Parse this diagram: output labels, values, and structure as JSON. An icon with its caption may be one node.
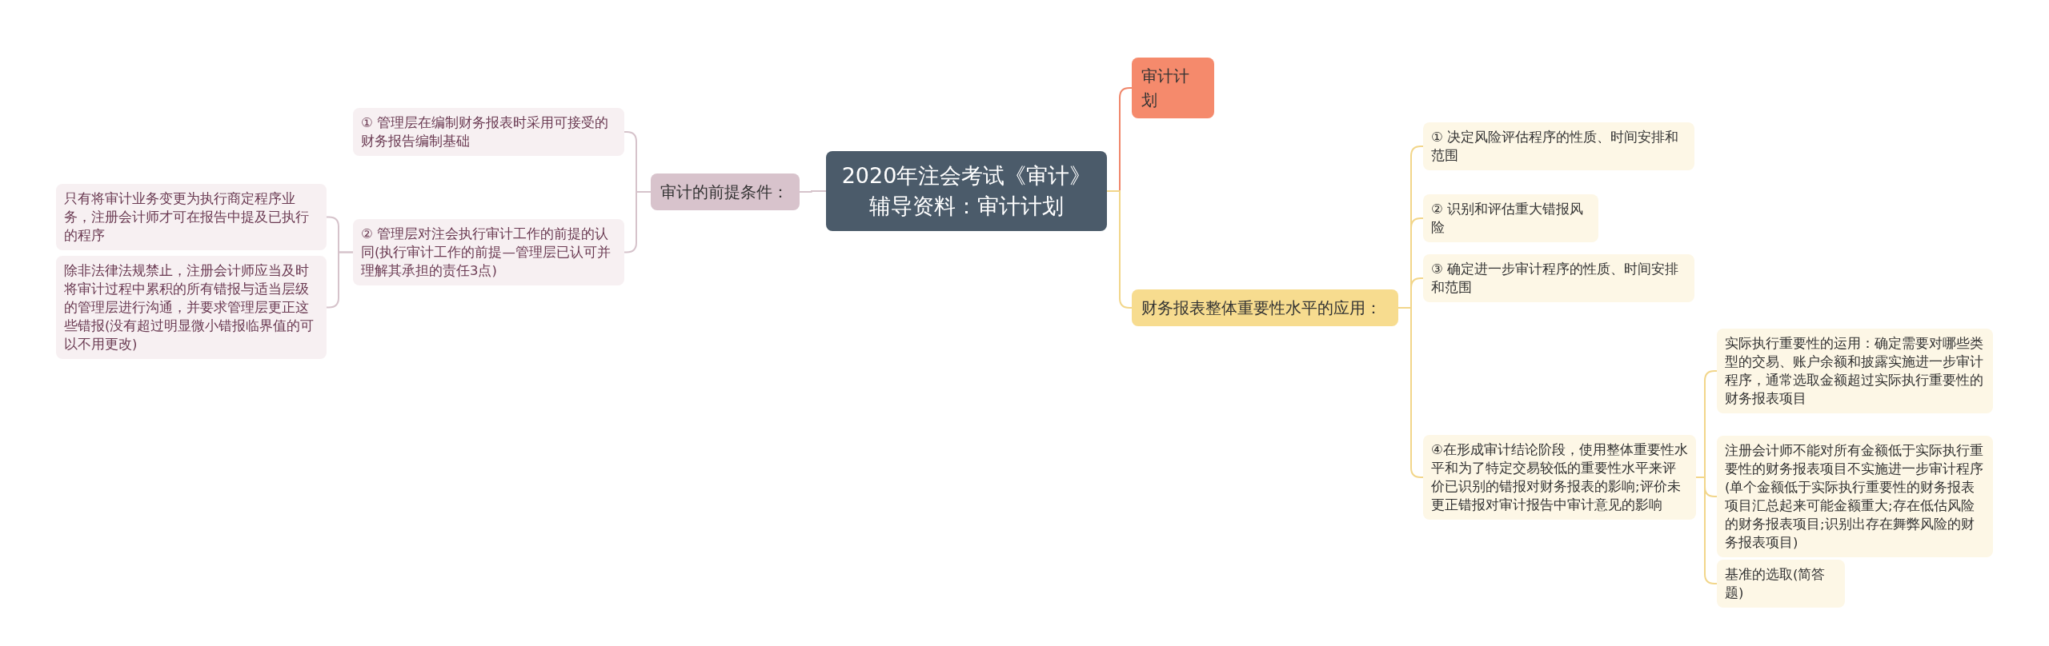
{
  "diagram": {
    "nodes": [
      {
        "text": [
          "2020年注会考试《审计》辅导资料：审计计划"
        ]
      },
      {
        "text": [
          "审计的前提条件："
        ]
      },
      {
        "text": [
          "① 管理层在编制财务报表时采用可接受的财务报告编制基础"
        ]
      },
      {
        "text": [
          "② 管理层对注会执行审计工作的前提的认同(执行审计工作的前提—管理层已认可并理解其承担的责任3点)"
        ]
      },
      {
        "text": [
          "只有将审计业务变更为执行商定程序业务，注册会计师才可在报告中提及已执行的程序"
        ]
      },
      {
        "text": [
          "除非法律法规禁止，注册会计师应当及时将审计过程中累积的所有错报与适当层级的管理层进行沟通，并要求管理层更正这些错报(没有超过明显微小错报临界值的可以不用更改)"
        ]
      },
      {
        "text": [
          "审计计划"
        ]
      },
      {
        "text": [
          "财务报表整体重要性水平的应用："
        ]
      },
      {
        "text": [
          "① 决定风险评估程序的性质、时间安排和范围"
        ]
      },
      {
        "text": [
          "② 识别和评估重大错报风险"
        ]
      },
      {
        "text": [
          "③ 确定进一步审计程序的性质、时间安排和范围"
        ]
      },
      {
        "text": [
          "④在形成审计结论阶段，使用整体重要性水平和为了特定交易较低的重要性水平来评价已识别的错报对财务报表的影响;评价未更正错报对审计报告中审计意见的影响"
        ]
      },
      {
        "text": [
          "实际执行重要性的运用：确定需要对哪些类型的交易、账户余额和披露实施进一步审计程序，通常选取金额超过实际执行重要性的财务报表项目"
        ]
      },
      {
        "text": [
          "注册会计师不能对所有金额低于实际执行重要性的财务报表项目不实施进一步审计程序(单个金额低于实际执行重要性的财务报表项目汇总起来可能金额重大;存在低估风险的财务报表项目;识别出存在舞弊风险的财务报表项目)"
        ]
      },
      {
        "text": [
          "基准的选取(简答题)"
        ]
      }
    ],
    "edges": [
      {
        "from": 0,
        "to": 1,
        "arrow": "none",
        "color": "#d6c3cb"
      },
      {
        "from": 1,
        "to": 2,
        "arrow": "none",
        "color": "#d6c3cb"
      },
      {
        "from": 1,
        "to": 3,
        "arrow": "none",
        "color": "#d6c3cb"
      },
      {
        "from": 3,
        "to": 4,
        "arrow": "none",
        "color": "#d6c3cb"
      },
      {
        "from": 3,
        "to": 5,
        "arrow": "none",
        "color": "#d6c3cb"
      },
      {
        "from": 0,
        "to": 6,
        "arrow": "none",
        "color": "#f0866a"
      },
      {
        "from": 0,
        "to": 7,
        "arrow": "none"
      },
      {
        "from": 7,
        "to": 8,
        "arrow": "none"
      },
      {
        "from": 7,
        "to": 9,
        "arrow": "none"
      },
      {
        "from": 7,
        "to": 10,
        "arrow": "none"
      },
      {
        "from": 7,
        "to": 11,
        "arrow": "none"
      },
      {
        "from": 11,
        "to": 12,
        "arrow": "none"
      },
      {
        "from": 11,
        "to": 13,
        "arrow": "none"
      },
      {
        "from": 11,
        "to": 14,
        "arrow": "none"
      }
    ]
  }
}
